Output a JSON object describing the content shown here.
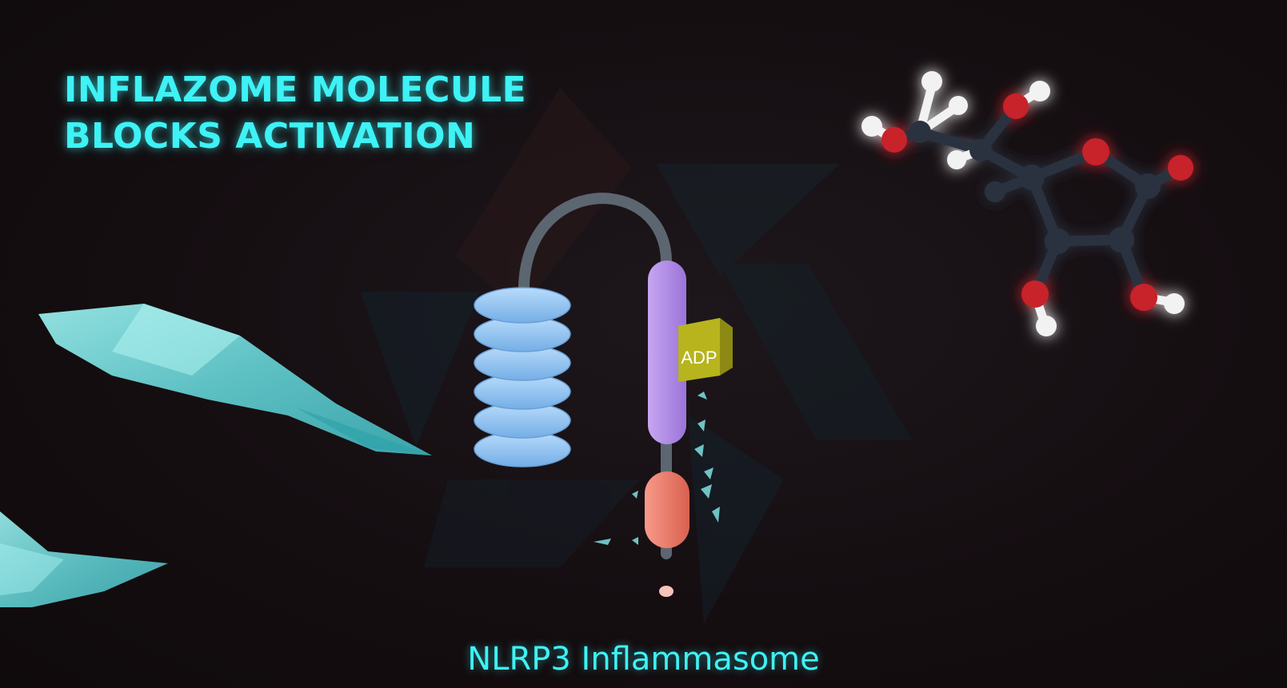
{
  "headline": {
    "line1": "INFLAZOME MOLECULE",
    "line2": "BLOCKS ACTIVATION"
  },
  "protein": {
    "domain_label": "ADP"
  },
  "caption": "NLRP3 Inflammasome",
  "colors": {
    "accent": "#3ef2f5",
    "background": "#140d0f",
    "lrr_domain": "#8ec3f2",
    "nacht_domain": "#b08ae6",
    "pyd_domain": "#ef7b6c",
    "adp_cube": "#b7b41e",
    "carbon": "#2b3140",
    "oxygen": "#c8232a",
    "hydrogen": "#f2f2f2"
  }
}
